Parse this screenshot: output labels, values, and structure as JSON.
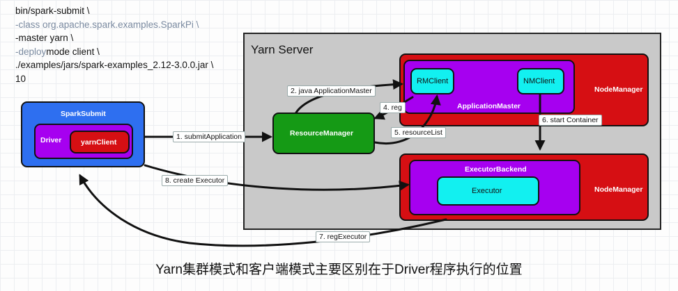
{
  "command": {
    "lines": [
      {
        "pre": "bin/spark-submit \\",
        "kw": "",
        "post": ""
      },
      {
        "pre": "",
        "kw": "-class org.apache.spark.examples.SparkPi \\",
        "post": ""
      },
      {
        "pre": "-master yarn \\",
        "kw": "",
        "post": ""
      },
      {
        "pre": "",
        "kw": "-deploy",
        "post": "mode client \\"
      },
      {
        "pre": "./examples/jars/spark-examples_2.12-3.0.0.jar \\",
        "kw": "",
        "post": ""
      },
      {
        "pre": "10",
        "kw": "",
        "post": ""
      }
    ]
  },
  "yarn_server": {
    "title": "Yarn Server"
  },
  "nodes": {
    "spark_submit": "SparkSubmit",
    "driver": "Driver",
    "yarn_client": "yarnClient",
    "resource_manager": "ResourceManager",
    "rm_client": "RMClient",
    "nm_client": "NMClient",
    "application_master": "ApplicationMaster",
    "node_manager_top": "NodeManager",
    "executor_backend": "ExecutorBackend",
    "executor": "Executor",
    "node_manager_bottom": "NodeManager"
  },
  "edges": {
    "e1": "1. submitApplication",
    "e2": "2. java ApplicationMaster",
    "e4": "4. reg",
    "e5": "5. resourceList",
    "e6": "6. start Container",
    "e7": "7. regExecutor",
    "e8": "8. create Executor"
  },
  "caption": "Yarn集群模式和客户端模式主要区别在于Driver程序执行的位置",
  "colors": {
    "spark_submit": "#2e6ff0",
    "driver": "#a600f0",
    "yarn_client": "#d60f13",
    "resource_manager": "#159a15",
    "node_manager": "#d60f13",
    "application_master": "#a600f0",
    "client": "#12f0f0",
    "server": "#c9c9c9"
  }
}
